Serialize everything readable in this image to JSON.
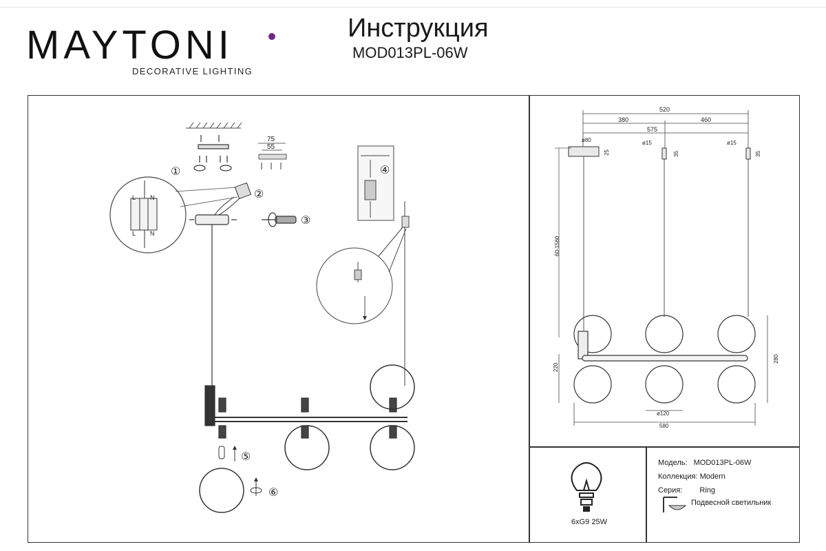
{
  "brand": {
    "name": "MAYTONI",
    "tagline": "DECORATIVE LIGHTING",
    "accent_color": "#6b2a83"
  },
  "header": {
    "title": "Инструкция",
    "model_code": "MOD013PL-06W"
  },
  "assembly": {
    "steps": [
      "①",
      "②",
      "③",
      "④",
      "⑤",
      "⑥"
    ],
    "bracket_dims": [
      "75",
      "55"
    ],
    "terminal_labels": [
      "L",
      "N",
      "L",
      "N"
    ]
  },
  "dimensions": {
    "total_width": "520",
    "left_offset": "380",
    "right_offset": "460",
    "span": "575",
    "canopy_diameter": "ø80",
    "canopy_height": "25",
    "mount_diameter_a": "ø15",
    "mount_height_a": "35",
    "mount_diameter_b": "ø15",
    "mount_height_b": "35",
    "cable_length": "60-1560",
    "body_height": "220",
    "overall_height": "280",
    "shade_diameter": "ø120",
    "overall_length": "580"
  },
  "bulb": {
    "icon": "bulb-icon",
    "spec": "6xG9 25W"
  },
  "info": {
    "model_label": "Модель:",
    "model_value": "MOD013PL-06W",
    "collection_label": "Коллекция:",
    "collection_value": "Modern",
    "series_label": "Серия:",
    "series_value": "Ring",
    "type_value": "Подвесной светильник"
  }
}
